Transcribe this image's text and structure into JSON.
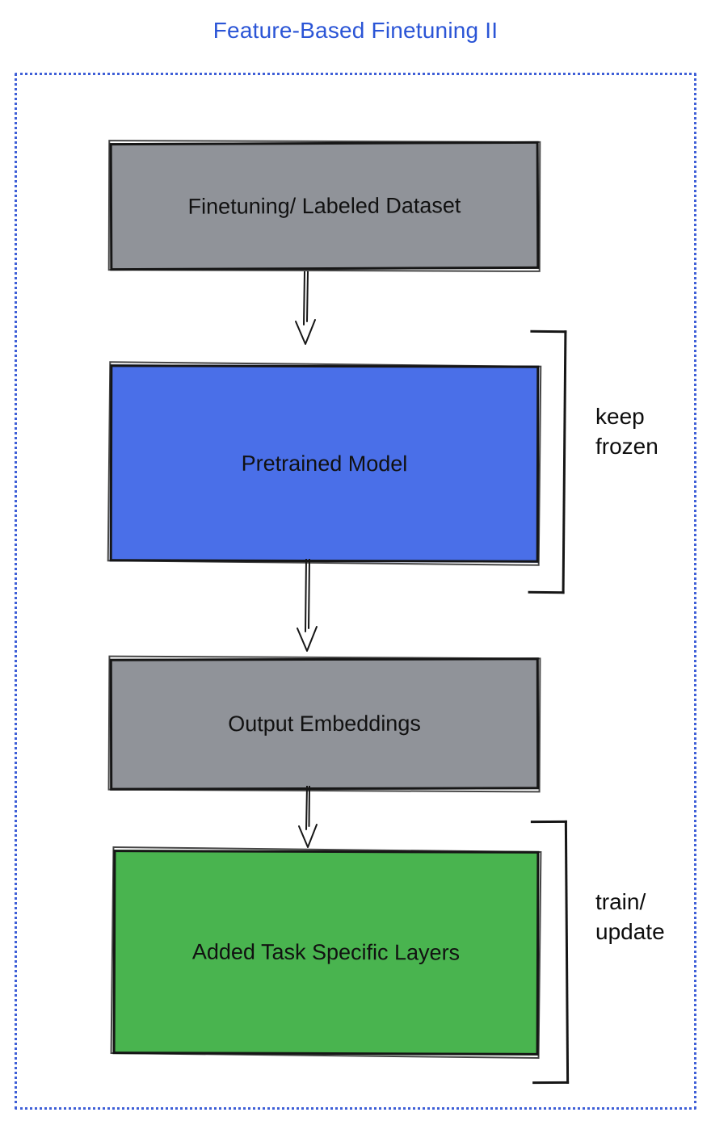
{
  "title": "Feature-Based Finetuning II",
  "flow": {
    "dataset_label": "Finetuning/ Labeled Dataset",
    "pretrained_label": "Pretrained Model",
    "embeddings_label": "Output Embeddings",
    "task_layers_label": "Added Task Specific Layers"
  },
  "annotations": {
    "keep_frozen": "keep\nfrozen",
    "train_update": "train/\nupdate"
  },
  "colors": {
    "title": "#2b55d6",
    "frame": "#3f5fd7",
    "gray_box": "#909399",
    "blue_box": "#4a6fe8",
    "green_box": "#49b44f",
    "ink": "#161616"
  }
}
